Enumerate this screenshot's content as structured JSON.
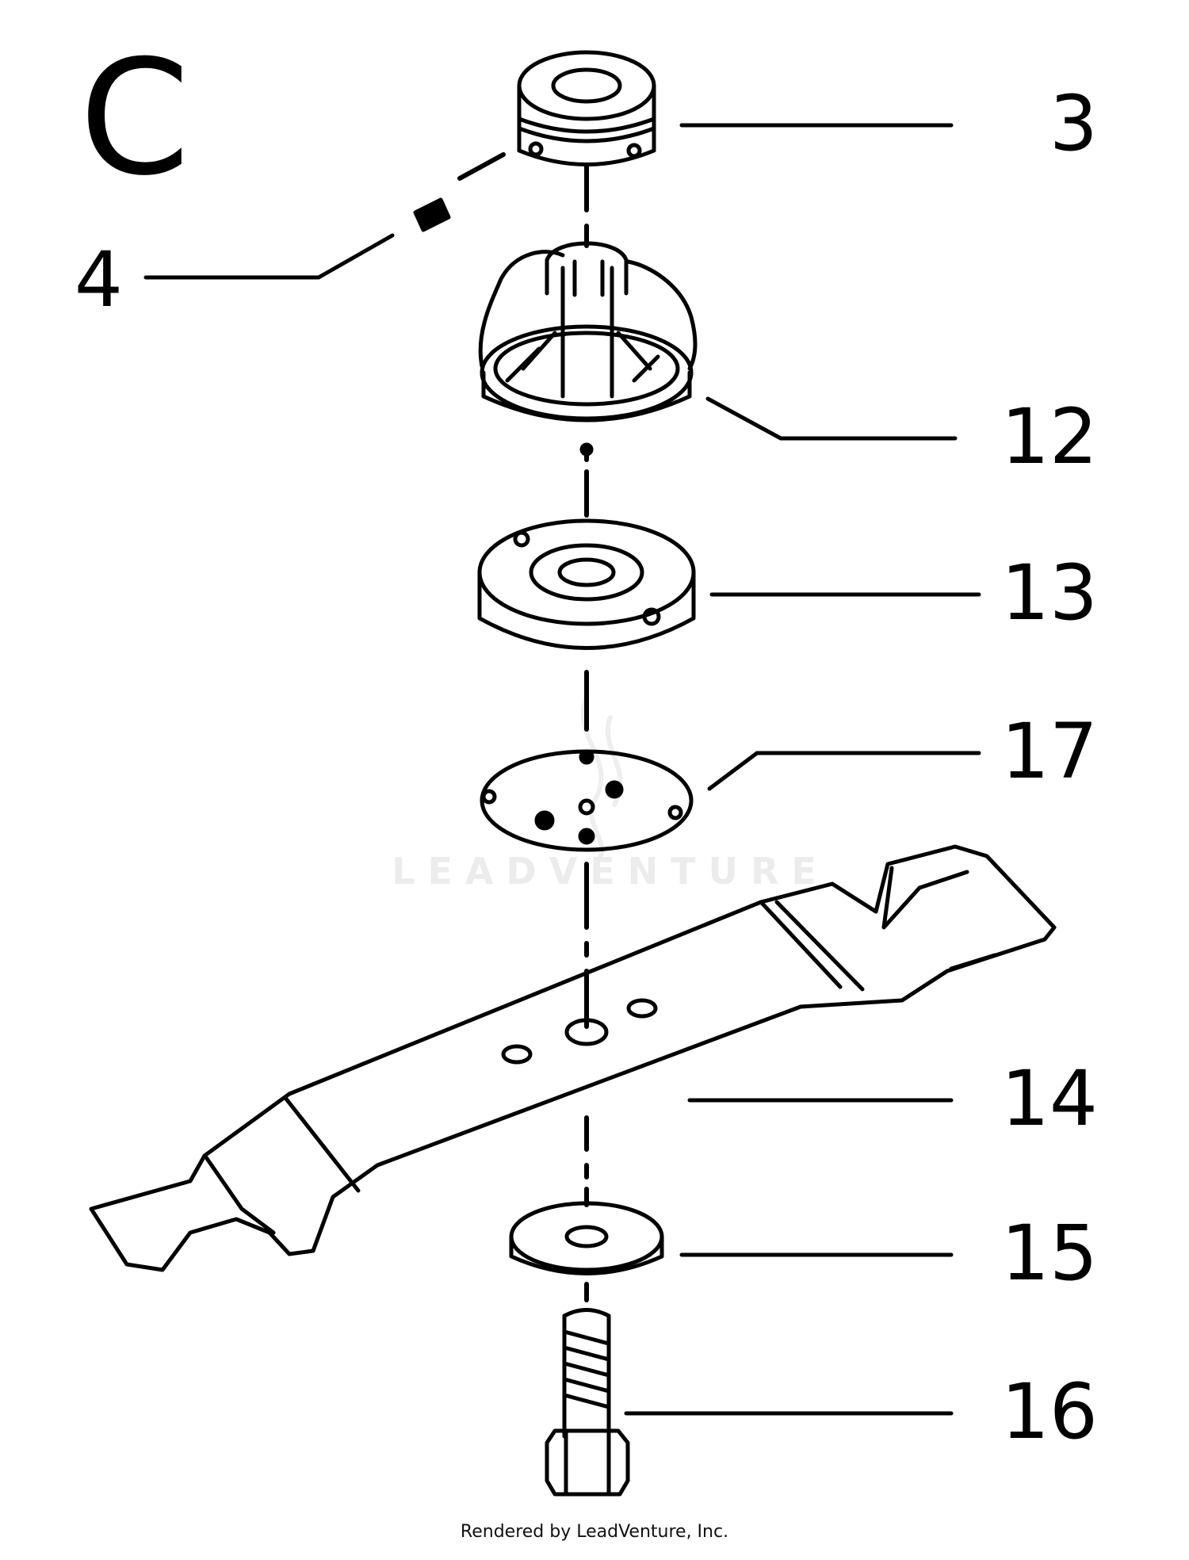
{
  "section_letter": "C",
  "callouts": {
    "p3": "3",
    "p4": "4",
    "p12": "12",
    "p13": "13",
    "p17": "17",
    "p14": "14",
    "p15": "15",
    "p16": "16"
  },
  "watermark": "LEADVENTURE",
  "footer": "Rendered by LeadVenture, Inc.",
  "colors": {
    "ink": "#000000",
    "paper": "#ffffff",
    "watermark": "#ececec"
  }
}
